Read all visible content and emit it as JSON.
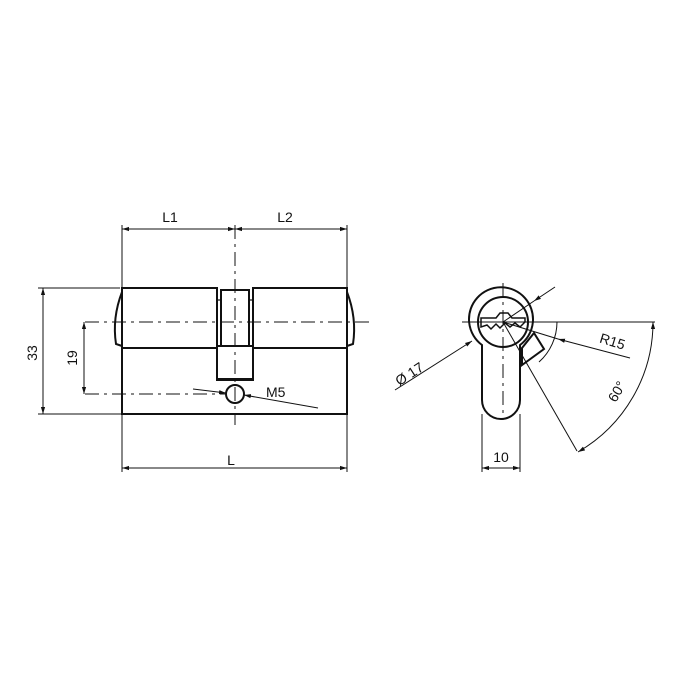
{
  "title": "Euro profile double cylinder technical drawing",
  "front_view": {
    "labels": {
      "L1": "L1",
      "L2": "L2",
      "L": "L",
      "height": "33",
      "screw_offset": "19",
      "screw_thread": "M5"
    }
  },
  "side_view": {
    "labels": {
      "diameter": "Ø 17",
      "radius": "R15",
      "angle": "60°",
      "width": "10"
    }
  },
  "colors": {
    "line": "#111111",
    "background": "#ffffff"
  }
}
